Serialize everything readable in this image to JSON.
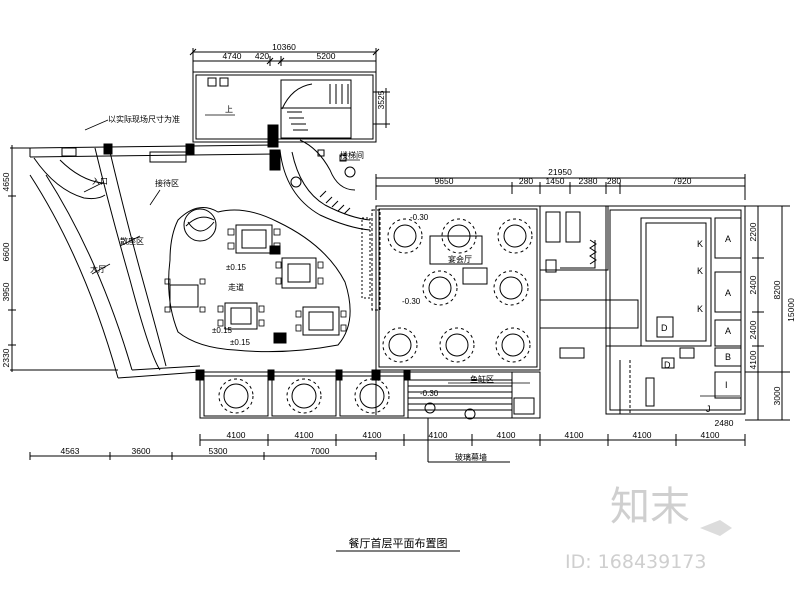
{
  "title": "餐厅首层平面布置图",
  "watermark": {
    "logo": "知末",
    "id": "ID: 168439173"
  },
  "dims": {
    "top_total": "10360",
    "top_segments": [
      "4740",
      "420",
      "5200"
    ],
    "right_total": "21950",
    "right_segments": [
      "9650",
      "280",
      "1450",
      "2380",
      "280",
      "7920"
    ],
    "bottom_grid": [
      "4100",
      "4100",
      "4100",
      "4100",
      "4100",
      "4100",
      "4100",
      "4100"
    ],
    "bottom_lower": [
      "4563",
      "3600",
      "5300",
      "7000"
    ],
    "bottom_right_extra": "2480",
    "left_vertical": [
      "4650",
      "6600",
      "3950",
      "2330"
    ],
    "right_vertical": [
      "2200",
      "2400",
      "2400",
      "4100",
      "8200",
      "15000",
      "3000"
    ],
    "stair_dim": "3525"
  },
  "levels": [
    "±0.15",
    "±0.15",
    "±0.15",
    "-0.30",
    "-0.30",
    "-0.30"
  ],
  "labels": {
    "top_note": "以实际现场尺寸为准",
    "stair_up": "上",
    "stair_room": "楼梯间",
    "lobby": "接待区",
    "entrance": "入口",
    "hall": "散座区",
    "dining": "大厅",
    "main_hall": "宴会厅",
    "corridor": "走道",
    "tank_area": "鱼缸区",
    "bottom_callout": "玻璃幕墙"
  },
  "kitchen_keys": [
    "K",
    "K",
    "K",
    "A",
    "A",
    "A",
    "D",
    "D",
    "B",
    "I",
    "J"
  ]
}
